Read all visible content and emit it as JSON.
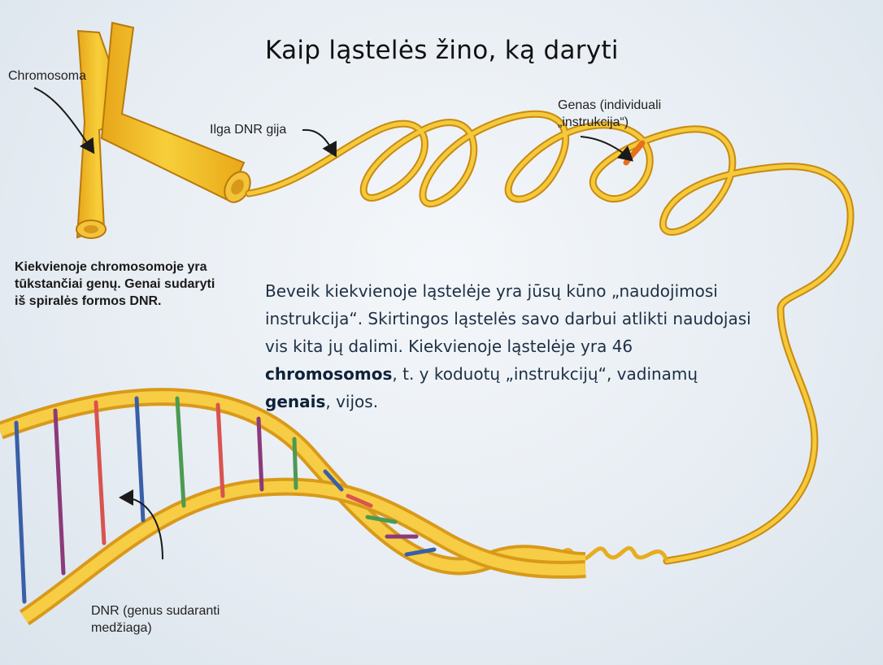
{
  "title": "Kaip ląstelės žino, ką daryti",
  "labels": {
    "chromosome": "Chromosoma",
    "dna_strand": "Ilga DNR gija",
    "gene_line1": "Genas (individuali",
    "gene_line2": "„instrukcija“)",
    "dna_line1": "DNR (genus sudaranti",
    "dna_line2": "medžiaga)"
  },
  "side_note": "Kiekvienoje chromosomoje yra tūkstančiai genų. Genai sudaryti iš spiralės formos DNR.",
  "paragraph": {
    "part1": "Beveik kiekvienoje ląstelėje yra jūsų kūno „naudojimosi instrukcija“. Skirtingos ląstelės savo darbui atlikti naudojasi vis kita jų dalimi. Kiekvienoje ląstelėje yra 46 ",
    "bold1": "chromosomos",
    "part2": ", t. y koduotų „instrukcijų“, vadinamų ",
    "bold2": "genais",
    "part3": ", vijos."
  },
  "colors": {
    "strand_yellow": "#f2c12e",
    "strand_dark": "#d99a12",
    "gene_orange": "#e8701a",
    "base_red": "#d9534f",
    "base_green": "#4c9a52",
    "base_blue": "#3a5fa8",
    "base_purple": "#8b3a7a"
  }
}
